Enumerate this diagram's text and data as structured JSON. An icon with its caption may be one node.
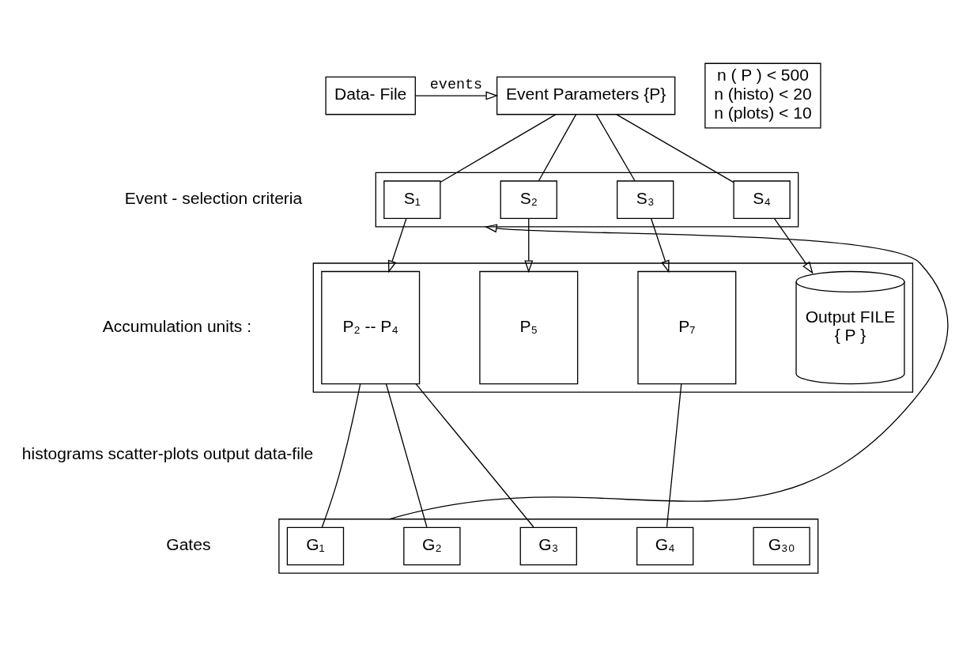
{
  "diagram": {
    "nodes": [
      {
        "text": [
          "Data- File"
        ]
      },
      {
        "text": [
          "Event Parameters {P}"
        ]
      },
      {
        "text": [
          "n ( P ) < 500",
          "n (histo) < 20",
          "n (plots) < 10"
        ]
      },
      {
        "text": [],
        "shape": "box"
      },
      {
        "text": [
          "S₁"
        ],
        "in": 3
      },
      {
        "text": [
          "S₂"
        ],
        "in": 3
      },
      {
        "text": [
          "S₃"
        ],
        "in": 3
      },
      {
        "text": [
          "S₄"
        ],
        "in": 3
      },
      {
        "text": [],
        "shape": "box"
      },
      {
        "text": [
          "P₂ -- P₄"
        ],
        "in": 8
      },
      {
        "text": [
          "P₅"
        ],
        "in": 8
      },
      {
        "text": [
          "P₇"
        ],
        "in": 8
      },
      {
        "text": [
          "Output FILE",
          "{ P }"
        ],
        "in": 8
      },
      {
        "text": [],
        "shape": "box"
      },
      {
        "text": [
          "G₁"
        ],
        "in": 13
      },
      {
        "text": [
          "G₂"
        ],
        "in": 13
      },
      {
        "text": [
          "G₃"
        ],
        "in": 13
      },
      {
        "text": [
          "G₄"
        ],
        "in": 13
      },
      {
        "text": [
          "G₃₀"
        ],
        "in": 13
      }
    ],
    "edges": [
      {
        "from": 0,
        "to": 1,
        "arrow": "to",
        "label": "events"
      },
      {
        "from": 1,
        "to": 4,
        "arrow": "none"
      },
      {
        "from": 1,
        "to": 5,
        "arrow": "none"
      },
      {
        "from": 1,
        "to": 6,
        "arrow": "none"
      },
      {
        "from": 1,
        "to": 7,
        "arrow": "none"
      },
      {
        "from": 4,
        "to": 9,
        "arrow": "to"
      },
      {
        "from": 5,
        "to": 10,
        "arrow": "to"
      },
      {
        "from": 6,
        "to": 11,
        "arrow": "to"
      },
      {
        "from": 7,
        "to": 12,
        "arrow": "to"
      },
      {
        "from": 9,
        "to": 14,
        "arrow": "none"
      },
      {
        "from": 9,
        "to": 15,
        "arrow": "none"
      },
      {
        "from": 9,
        "to": 16,
        "arrow": "none"
      },
      {
        "from": 11,
        "to": 17,
        "arrow": "none"
      },
      {
        "from": 13,
        "to": 3,
        "arrow": "to"
      }
    ],
    "labels": [
      "Event - selection criteria",
      "Accumulation units :",
      "histograms scatter-plots output data-file",
      "Gates"
    ]
  }
}
